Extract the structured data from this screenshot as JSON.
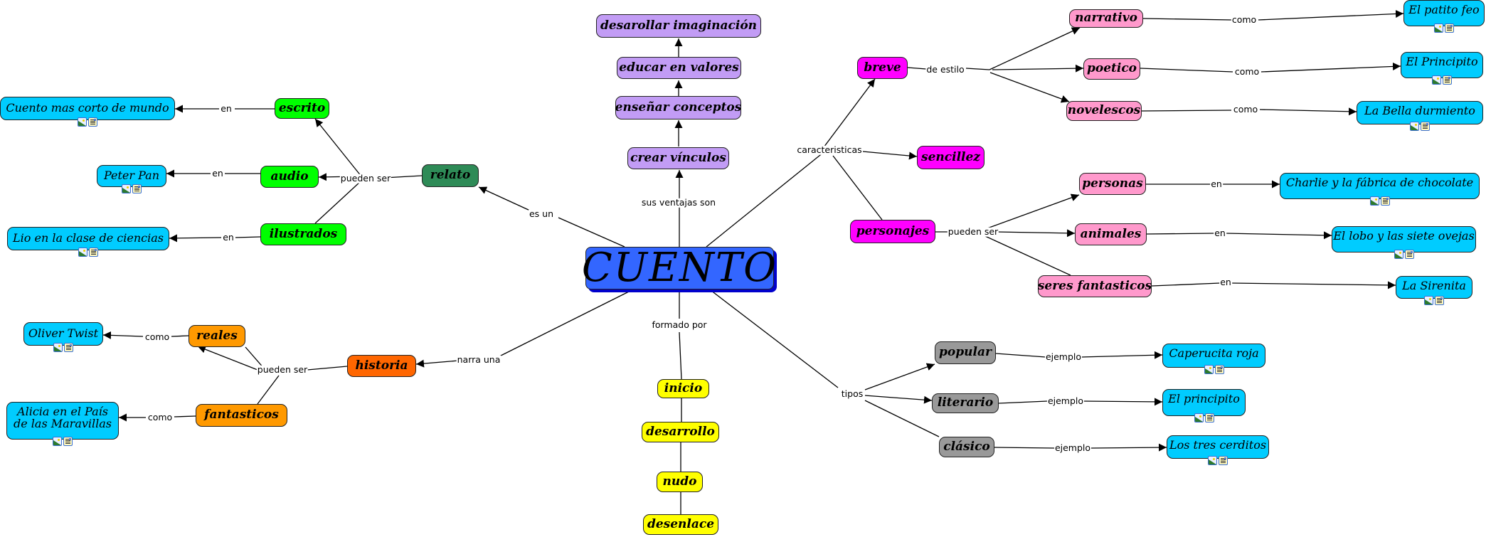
{
  "root": {
    "label": "CUENTO",
    "color": "#3366ff"
  },
  "colors": {
    "root": "#3366ff",
    "purple": "#c29cf5",
    "green_dark": "#2e8b57",
    "green": "#00ff00",
    "orange_dark": "#ff6600",
    "orange": "#ff9900",
    "yellow": "#ffff00",
    "magenta": "#ff00ff",
    "pink": "#ff99cc",
    "gray": "#999999",
    "cyan": "#00ccff"
  },
  "nodes": {
    "desarollar": "desarollar imaginación",
    "educar": "educar en valores",
    "ensenar": "enseñar conceptos",
    "crear": "crear vínculos",
    "relato": "relato",
    "escrito": "escrito",
    "audio": "audio",
    "ilustrados": "ilustrados",
    "cuento_corto": "Cuento mas corto de mundo",
    "peter_pan": "Peter Pan",
    "lio": "Lio en la clase de ciencias",
    "historia": "historia",
    "reales": "reales",
    "fantasticos": "fantasticos",
    "oliver": "Oliver Twist",
    "alicia_1": "Alicia en el País",
    "alicia_2": "de las Maravillas",
    "inicio": "inicio",
    "desarrollo": "desarrollo",
    "nudo": "nudo",
    "desenlace": "desenlace",
    "breve": "breve",
    "sencillez": "sencillez",
    "personajes": "personajes",
    "narrativo": "narrativo",
    "poetico": "poetico",
    "novelescos": "novelescos",
    "patito": "El patito feo",
    "principito": "El Principito",
    "bella": "La Bella durmiento",
    "personas": "personas",
    "animales": "animales",
    "seres": "seres fantasticos",
    "charlie": "Charlie y la fábrica de chocolate",
    "lobo": "El lobo y las siete ovejas",
    "sirenita": "La Sirenita",
    "popular": "popular",
    "literario": "literario",
    "clasico": "clásico",
    "caperucita": "Caperucita roja",
    "principito2": "El principito",
    "cerditos": "Los tres cerditos"
  },
  "links": {
    "sus_ventajas": "sus ventajas son",
    "es_un": "es un",
    "pueden_ser_relato": "pueden ser",
    "en_escrito": "en",
    "en_audio": "en",
    "en_ilustrados": "en",
    "narra_una": "narra una",
    "pueden_ser_historia": "pueden ser",
    "como_reales": "como",
    "como_fantasticos": "como",
    "formado_por": "formado por",
    "caracteristicas": "caracteristicas",
    "de_estilo": "de estilo",
    "como_narrativo": "como",
    "como_poetico": "como",
    "como_novelescos": "como",
    "pueden_ser_personajes": "pueden ser",
    "en_personas": "en",
    "en_animales": "en",
    "en_seres": "en",
    "tipos": "tipos",
    "ejemplo_popular": "ejemplo",
    "ejemplo_literario": "ejemplo",
    "ejemplo_clasico": "ejemplo"
  },
  "resource_icons": [
    "image-resource-icon",
    "document-resource-icon"
  ]
}
